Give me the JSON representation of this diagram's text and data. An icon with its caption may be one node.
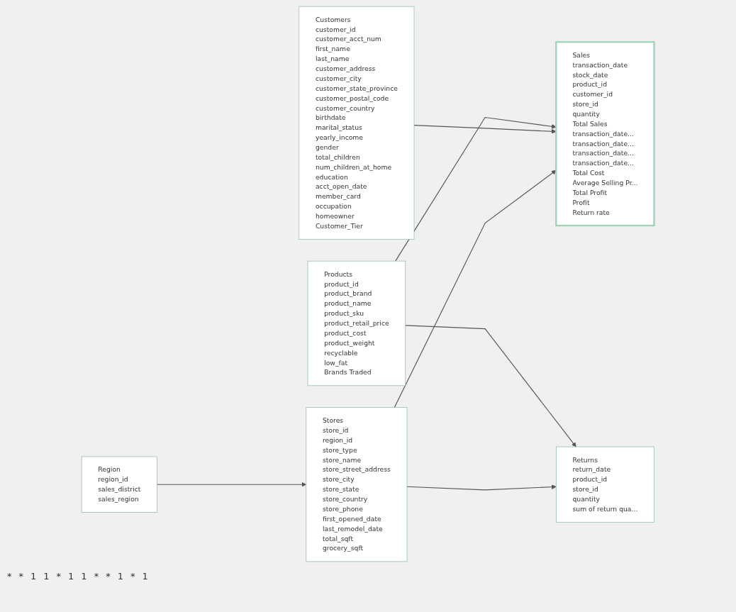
{
  "diagram": {
    "nodes": [
      {
        "text": [
          "Products",
          "product_id",
          "product_brand",
          "product_name",
          "product_sku",
          "product_retail_price",
          "product_cost",
          "product_weight",
          "recyclable",
          "low_fat",
          "Brands Traded"
        ]
      },
      {
        "text": [
          "Returns",
          "return_date",
          "product_id",
          "store_id",
          "quantity",
          "sum of return qua..."
        ]
      },
      {
        "text": [
          "Stores",
          "store_id",
          "region_id",
          "store_type",
          "store_name",
          "store_street_address",
          "store_city",
          "store_state",
          "store_country",
          "store_phone",
          "first_opened_date",
          "last_remodel_date",
          "total_sqft",
          "grocery_sqft"
        ]
      },
      {
        "text": [
          "Customers",
          "customer_id",
          "customer_acct_num",
          "first_name",
          "last_name",
          "customer_address",
          "customer_city",
          "customer_state_province",
          "customer_postal_code",
          "customer_country",
          "birthdate",
          "marital_status",
          "yearly_income",
          "gender",
          "total_children",
          "num_children_at_home",
          "education",
          "acct_open_date",
          "member_card",
          "occupation",
          "homeowner",
          "Customer_Tier"
        ]
      },
      {
        "text": [
          "Sales",
          "transaction_date",
          "stock_date",
          "product_id",
          "customer_id",
          "store_id",
          "quantity",
          "Total Sales",
          "transaction_date...",
          "transaction_date...",
          "transaction_date...",
          "transaction_date...",
          "Total Cost",
          "Average Selling Pr...",
          "Total Profit",
          "Profit",
          "Return rate"
        ]
      },
      {
        "text": [
          "Region",
          "region_id",
          "sales_district",
          "sales_region"
        ]
      }
    ],
    "edges": [
      {
        "from": 0,
        "to": 1,
        "arrow": "to"
      },
      {
        "from": 0,
        "to": 4,
        "arrow": "to"
      },
      {
        "from": 3,
        "to": 4,
        "arrow": "to"
      },
      {
        "from": 2,
        "to": 4,
        "arrow": "to"
      },
      {
        "from": 2,
        "to": 1,
        "arrow": "to"
      },
      {
        "from": 5,
        "to": 2,
        "arrow": "to"
      }
    ],
    "labels": [
      "*",
      "*",
      "1",
      "1",
      "*",
      "1",
      "1",
      "*",
      "*",
      "1",
      "*",
      "1"
    ]
  }
}
